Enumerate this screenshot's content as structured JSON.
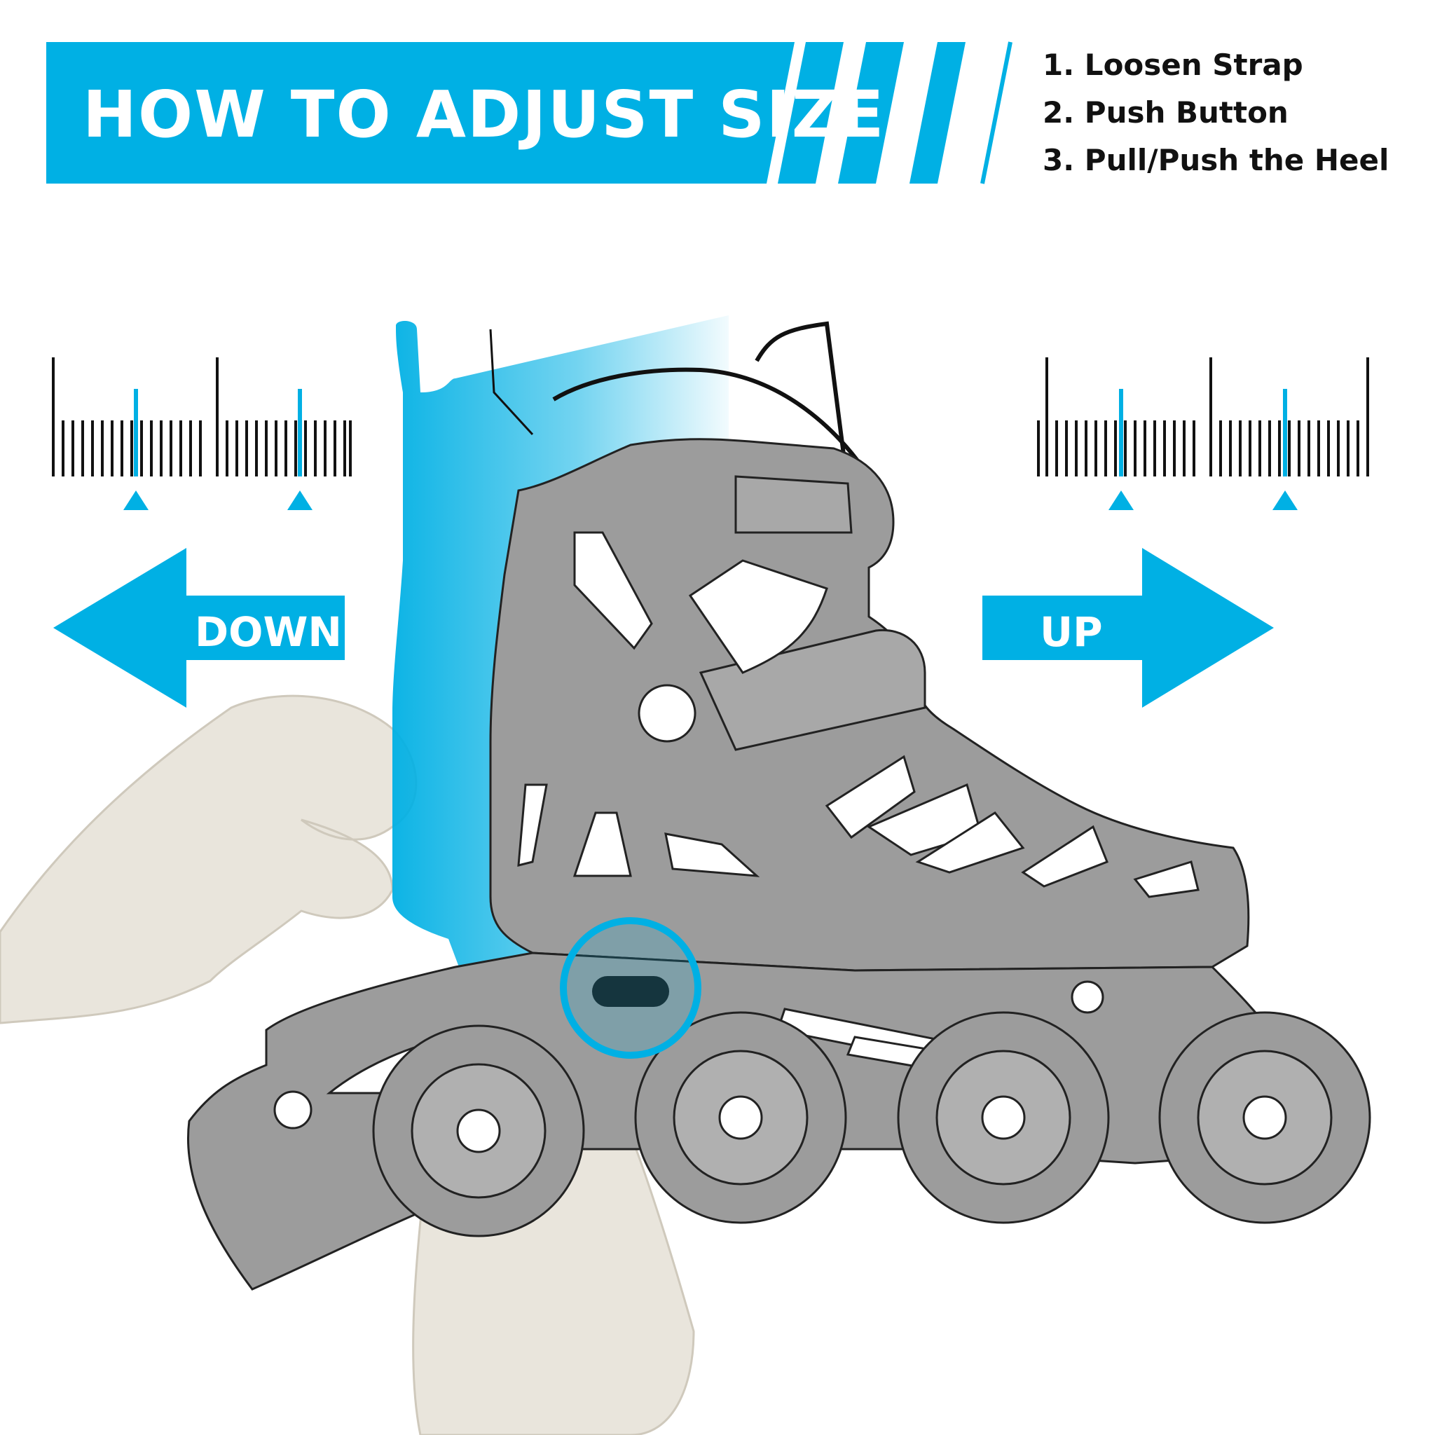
{
  "header": {
    "title": "HOW TO ADJUST SIZE"
  },
  "steps": [
    "1. Loosen Strap",
    "2. Push Button",
    "3. Pull/Push the Heel"
  ],
  "arrows": {
    "left_label": "DOWN",
    "right_label": "UP"
  },
  "colors": {
    "accent": "#00B0E4",
    "skate_gray": "#9c9c9c",
    "outline": "#222222",
    "hand": "#e9e5dc"
  },
  "icons": {
    "left_scale": "size-scale-icon",
    "right_scale": "size-scale-icon",
    "left_arrow": "arrow-left-icon",
    "right_arrow": "arrow-right-icon",
    "button_highlight": "button-highlight-icon"
  }
}
